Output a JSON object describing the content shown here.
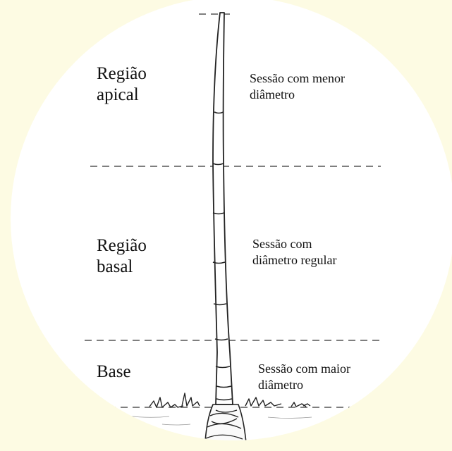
{
  "colors": {
    "page_background": "#fdfbe3",
    "circle_fill": "#ffffff",
    "line": "#333333",
    "stroke": "#222222"
  },
  "sections": [
    {
      "region": "Região\napical",
      "description": "Sessão com menor\ndiâmetro"
    },
    {
      "region": "Região\nbasal",
      "description": "Sessão com\ndiâmetro regular"
    },
    {
      "region": "Base",
      "description": "Sessão com maior\ndiâmetro"
    }
  ]
}
